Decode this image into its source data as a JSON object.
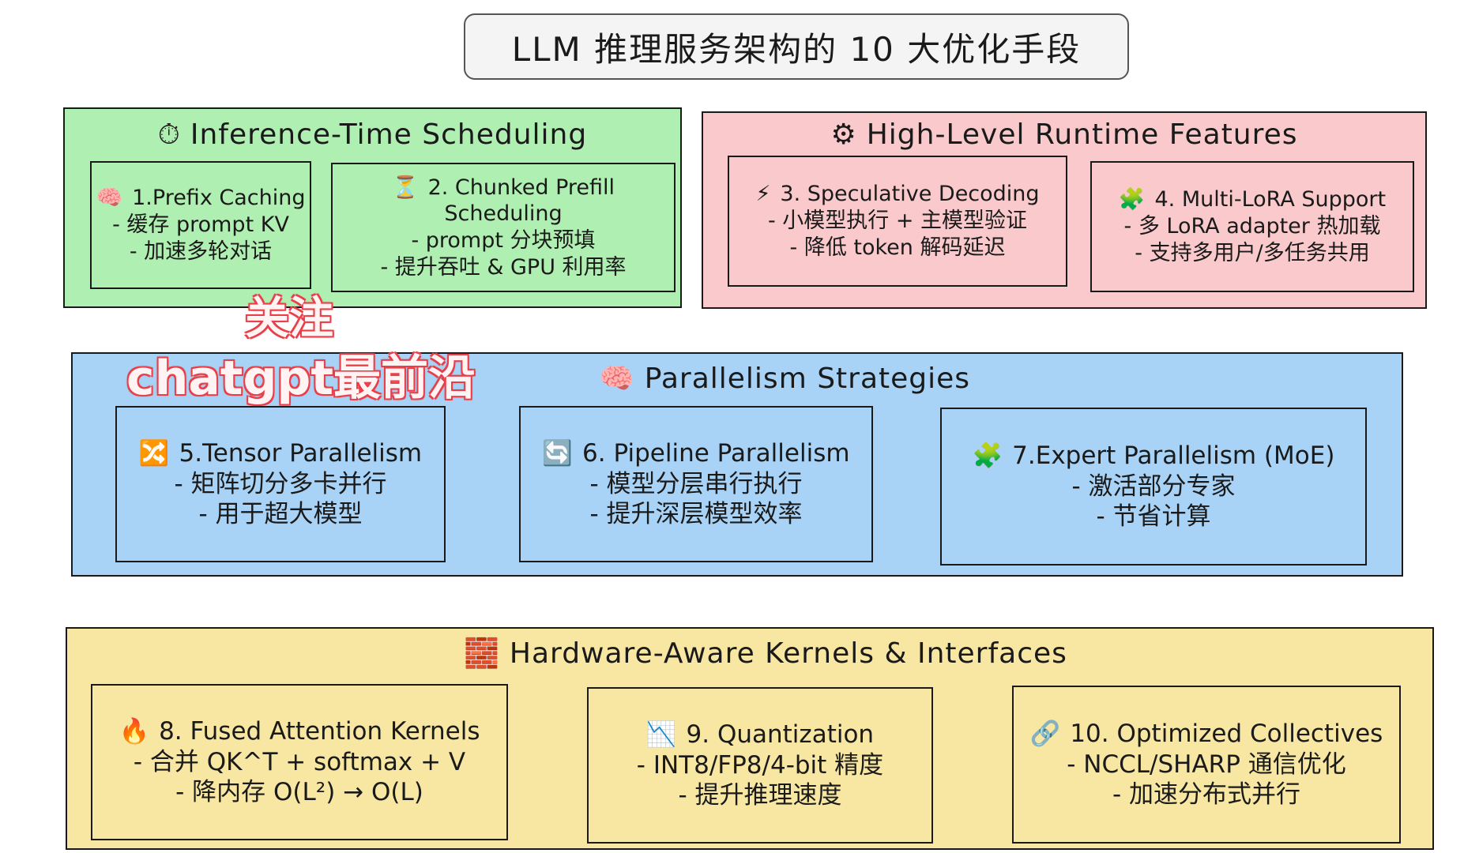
{
  "title": "LLM 推理服务架构的 10 大优化手段",
  "watermark": {
    "line1": "关注",
    "line2": "chatgpt最前沿"
  },
  "groups": {
    "scheduling": {
      "icon": "⏱",
      "title": "Inference-Time Scheduling",
      "cards": [
        {
          "icon": "🧠",
          "lines": [
            "1.Prefix Caching",
            "- 缓存 prompt KV",
            "- 加速多轮对话"
          ]
        },
        {
          "icon": "⏳",
          "lines": [
            "2. Chunked Prefill",
            "Scheduling",
            "- prompt 分块预填",
            "- 提升吞吐 & GPU 利用率"
          ]
        }
      ]
    },
    "runtime": {
      "icon": "⚙",
      "title": "High-Level Runtime Features",
      "cards": [
        {
          "icon": "⚡",
          "lines": [
            "3. Speculative Decoding",
            "- 小模型执行 + 主模型验证",
            "- 降低 token 解码延迟"
          ]
        },
        {
          "icon": "🧩",
          "lines": [
            "4. Multi-LoRA Support",
            "- 多 LoRA adapter 热加载",
            "- 支持多用户/多任务共用"
          ]
        }
      ]
    },
    "parallelism": {
      "icon": "🧠",
      "title": "Parallelism Strategies",
      "cards": [
        {
          "icon": "🔀",
          "lines": [
            "5.Tensor Parallelism",
            "- 矩阵切分多卡并行",
            "- 用于超大模型"
          ]
        },
        {
          "icon": "🔄",
          "lines": [
            "6. Pipeline Parallelism",
            "- 模型分层串行执行",
            "- 提升深层模型效率"
          ]
        },
        {
          "icon": "🧩",
          "lines": [
            "7.Expert Parallelism (MoE)",
            "- 激活部分专家",
            "- 节省计算"
          ]
        }
      ]
    },
    "hardware": {
      "icon": "🧱",
      "title": "Hardware-Aware Kernels & Interfaces",
      "cards": [
        {
          "icon": "🔥",
          "lines": [
            "8. Fused Attention Kernels",
            "- 合并 QK^T + softmax + V",
            "- 降内存 O(L²) → O(L)"
          ]
        },
        {
          "icon": "📉",
          "lines": [
            "9. Quantization",
            "- INT8/FP8/4-bit 精度",
            "- 提升推理速度"
          ]
        },
        {
          "icon": "🔗",
          "lines": [
            "10. Optimized Collectives",
            "- NCCL/SHARP 通信优化",
            "- 加速分布式并行"
          ]
        }
      ]
    }
  }
}
